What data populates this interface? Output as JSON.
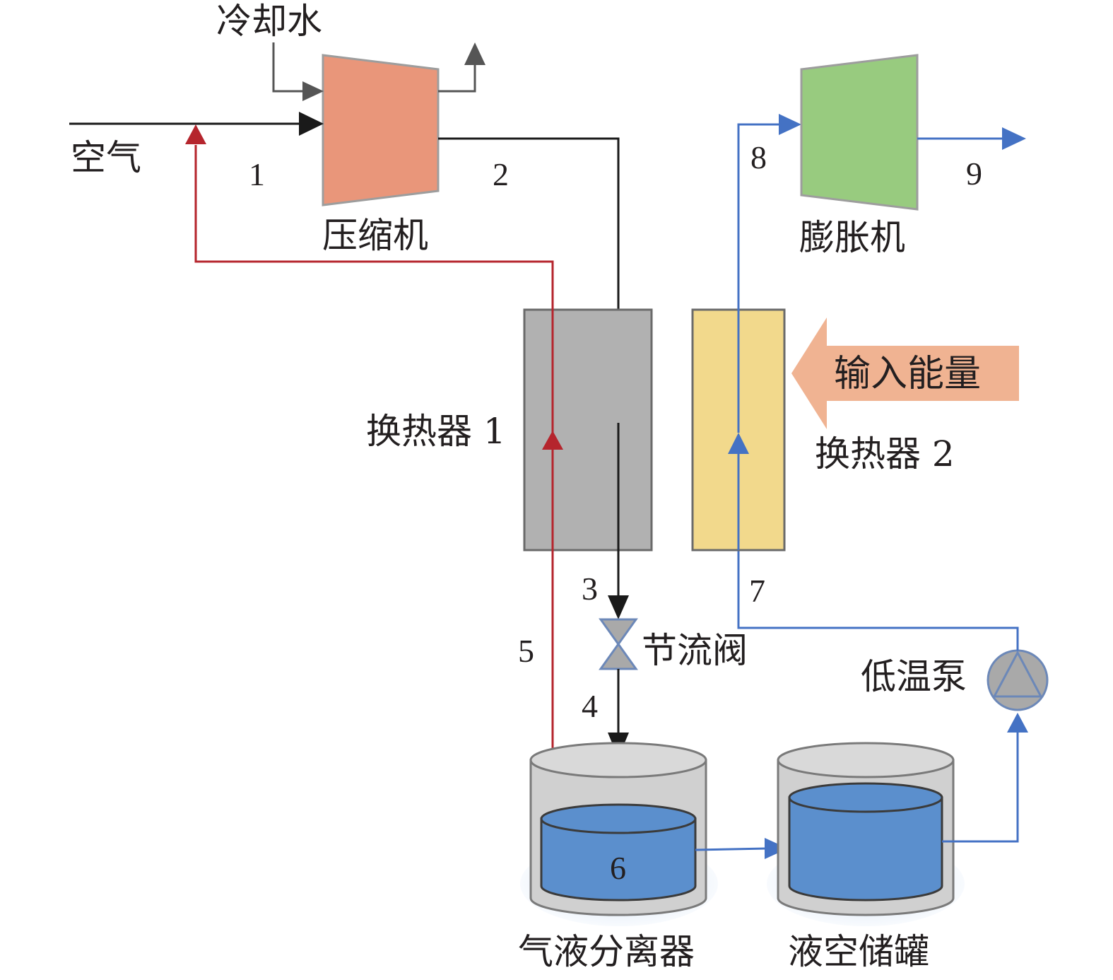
{
  "labels": {
    "cooling_water": "冷却水",
    "air": "空气",
    "compressor": "压缩机",
    "expander": "膨胀机",
    "hx1": "换热器 1",
    "hx2": "换热器 2",
    "energy_input": "输入能量",
    "throttle": "节流阀",
    "cryo_pump": "低温泵",
    "separator": "气液分离器",
    "storage_tank": "液空储罐"
  },
  "state_points": [
    "1",
    "2",
    "3",
    "4",
    "5",
    "6",
    "7",
    "8",
    "9"
  ],
  "colors": {
    "compressor": "#e9967a",
    "expander": "#98cb7f",
    "hx1": "#b1b1b1",
    "hx2": "#f2d98c",
    "energy_arrow": "#f0b392",
    "liquid": "#5b8fcd",
    "tank_shell": "#d0d0d0",
    "black_line": "#1a1a1a",
    "red_line": "#b5252d",
    "blue_line": "#4472c4",
    "gray_line": "#555555"
  },
  "icons": {
    "compressor": "compressor-icon",
    "expander": "expander-icon",
    "throttle": "throttle-valve-icon",
    "pump": "pump-icon",
    "separator": "separator-tank-icon",
    "storage": "storage-tank-icon"
  }
}
